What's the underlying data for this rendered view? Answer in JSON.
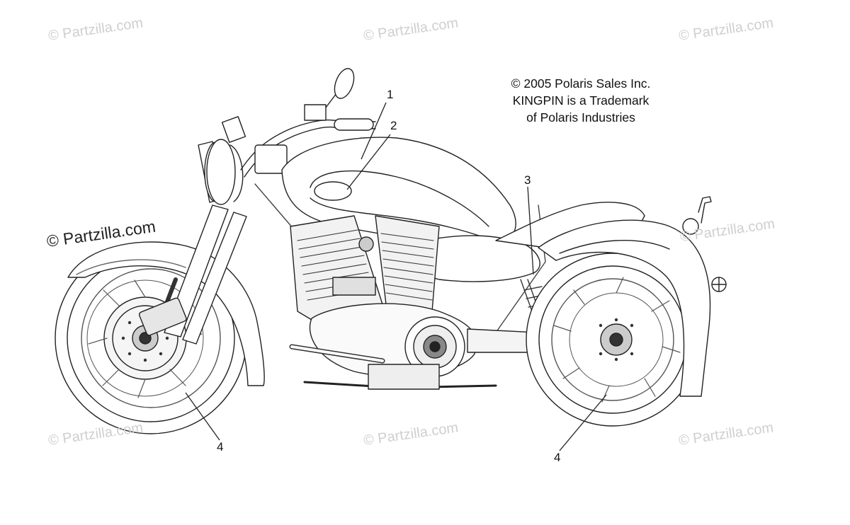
{
  "watermark": {
    "text": "© Partzilla.com"
  },
  "copyright": {
    "line1": "© 2005 Polaris Sales Inc.",
    "line2": "KINGPIN is a Trademark",
    "line3": "of Polaris Industries"
  },
  "callouts": {
    "c1": "1",
    "c2": "2",
    "c3": "3",
    "c4_front": "4",
    "c4_rear": "4"
  }
}
